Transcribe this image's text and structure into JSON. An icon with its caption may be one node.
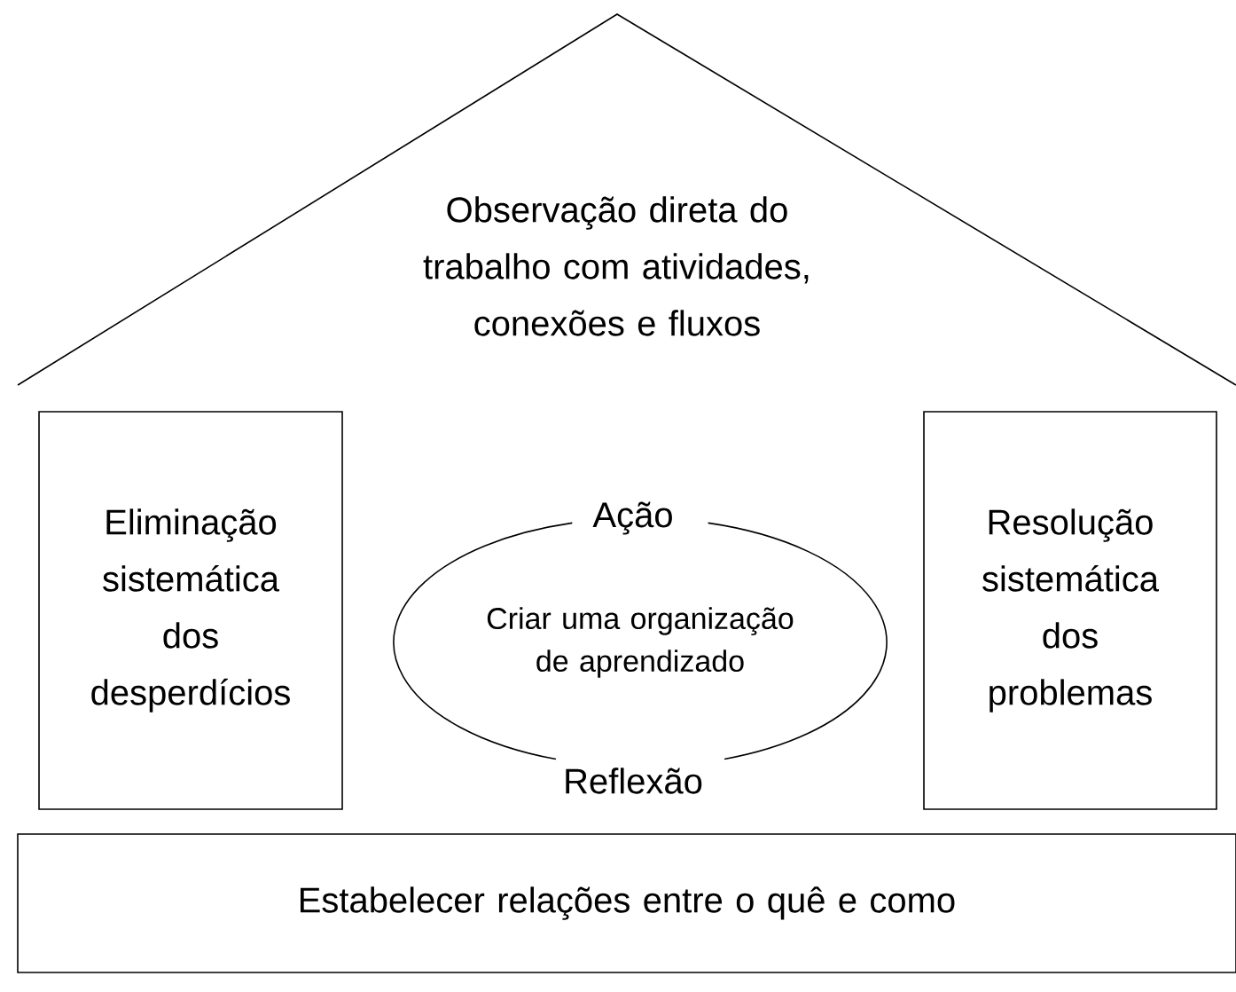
{
  "diagram": {
    "nodes": [
      {
        "text": [
          "Observação direta do trabalho com atividades, conexões e fluxos"
        ]
      },
      {
        "text": [
          "Eliminação sistemática dos desperdícios"
        ]
      },
      {
        "text": [
          "Ação",
          "Criar uma organização de aprendizado",
          "Reflexão"
        ]
      },
      {
        "text": [
          "Resolução sistemática dos problemas"
        ]
      },
      {
        "text": [
          "Estabelecer relações entre o quê e como"
        ]
      }
    ]
  }
}
